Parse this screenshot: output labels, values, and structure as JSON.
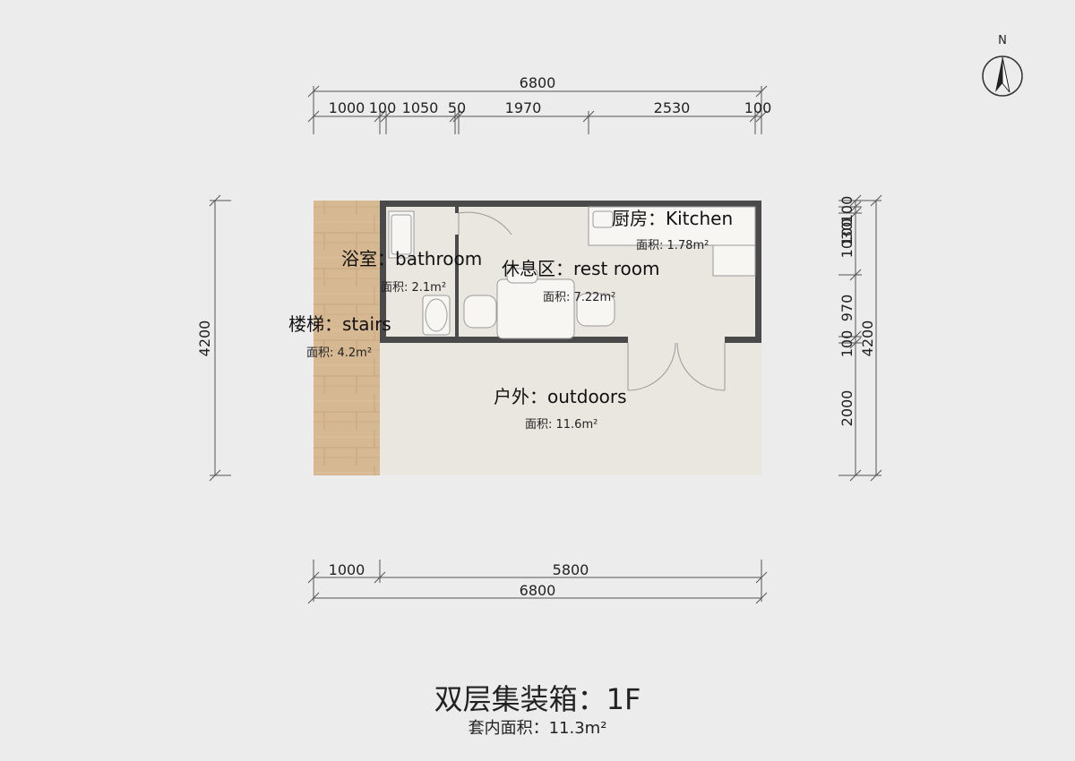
{
  "title": "双层集装箱：1F",
  "subtitle": "套内面积：11.3m²",
  "north_label": "N",
  "dimensions": {
    "top_total": "6800",
    "top_segments": [
      "1000",
      "100",
      "1050",
      "50",
      "1970",
      "2530",
      "100"
    ],
    "bottom_segments": [
      "1000",
      "5800"
    ],
    "bottom_total": "6800",
    "left_total": "4200",
    "right_total": "4200",
    "right_segments": [
      "100",
      "100",
      "1030",
      "970",
      "100",
      "2000"
    ]
  },
  "rooms": {
    "kitchen": {
      "name": "厨房：Kitchen",
      "area": "面积: 1.78m²"
    },
    "bathroom": {
      "name": "浴室：bathroom",
      "area": "面积: 2.1m²"
    },
    "restroom": {
      "name": "休息区：rest room",
      "area": "面积: 7.22m²"
    },
    "stairs": {
      "name": "楼梯：stairs",
      "area": "面积: 4.2m²"
    },
    "outdoors": {
      "name": "户外：outdoors",
      "area": "面积: 11.6m²"
    }
  },
  "colors": {
    "background": "#ececec",
    "floor": "#eae7e1",
    "wood": "#d4b48e",
    "wall": "#4a4a4a"
  }
}
